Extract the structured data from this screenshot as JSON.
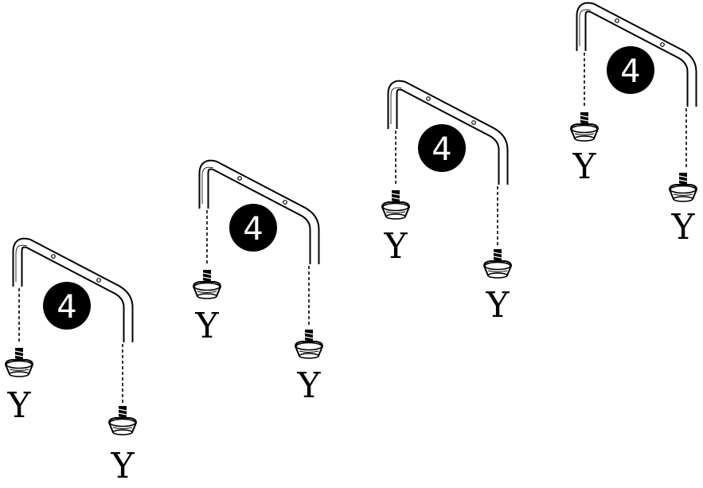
{
  "assemblies": [
    {
      "quantity_badge": "4",
      "foot_labels": [
        "Y",
        "Y"
      ]
    },
    {
      "quantity_badge": "4",
      "foot_labels": [
        "Y",
        "Y"
      ]
    },
    {
      "quantity_badge": "4",
      "foot_labels": [
        "Y",
        "Y"
      ]
    },
    {
      "quantity_badge": "4",
      "foot_labels": [
        "Y",
        "Y"
      ]
    }
  ],
  "colors": {
    "ink": "#000000",
    "background": "#ffffff"
  },
  "icon_names": [
    "u-frame-icon",
    "quantity-badge-icon",
    "leveling-foot-icon"
  ]
}
